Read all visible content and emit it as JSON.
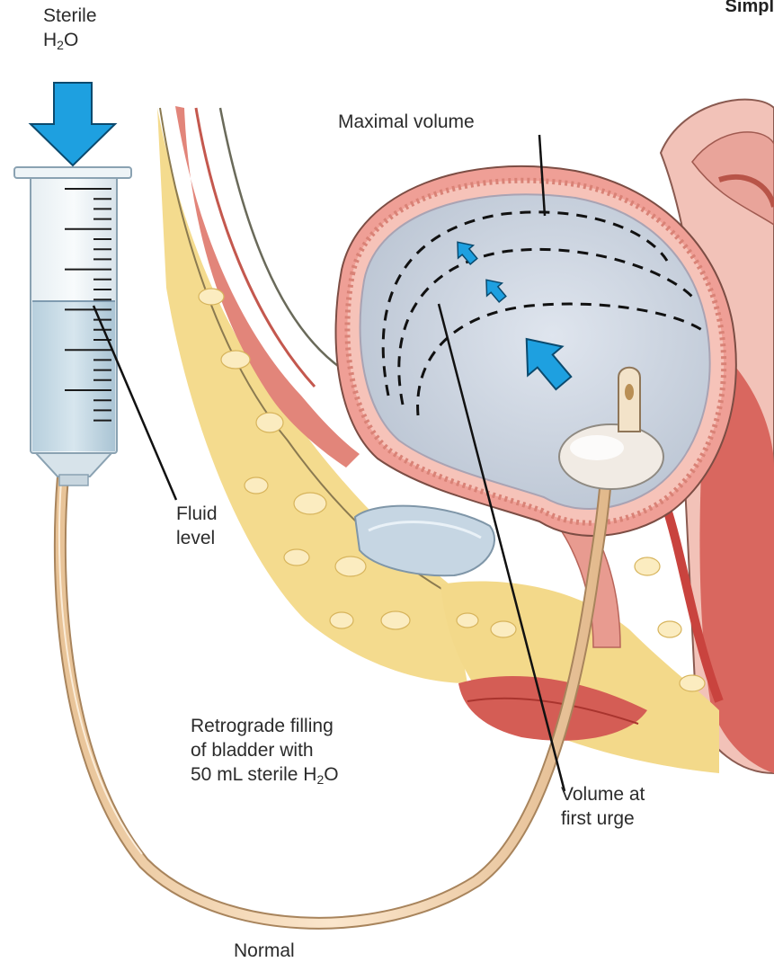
{
  "labels": {
    "corner": "Simpl",
    "sterile_line1": "Sterile",
    "sterile_h": "H",
    "sterile_2": "2",
    "sterile_o": "O",
    "maximal_volume": "Maximal volume",
    "fluid_line1": "Fluid",
    "fluid_line2": "level",
    "retro_line1": "Retrograde filling",
    "retro_line2": "of bladder with",
    "retro_line3_a": "50 mL sterile H",
    "retro_line3_sub": "2",
    "retro_line3_b": "O",
    "urge_line1": "Volume at",
    "urge_line2": "first urge",
    "caption": "Normal"
  },
  "colors": {
    "arrow_blue": "#1ea0e0",
    "fluid_blue": "#c9dbe6",
    "bladder_lumen": "#c8d2de",
    "bladder_wall": "#e79a93",
    "fat_yellow": "#f3d98a",
    "catheter": "#f0d2ae",
    "muscle_red": "#c9433e"
  }
}
